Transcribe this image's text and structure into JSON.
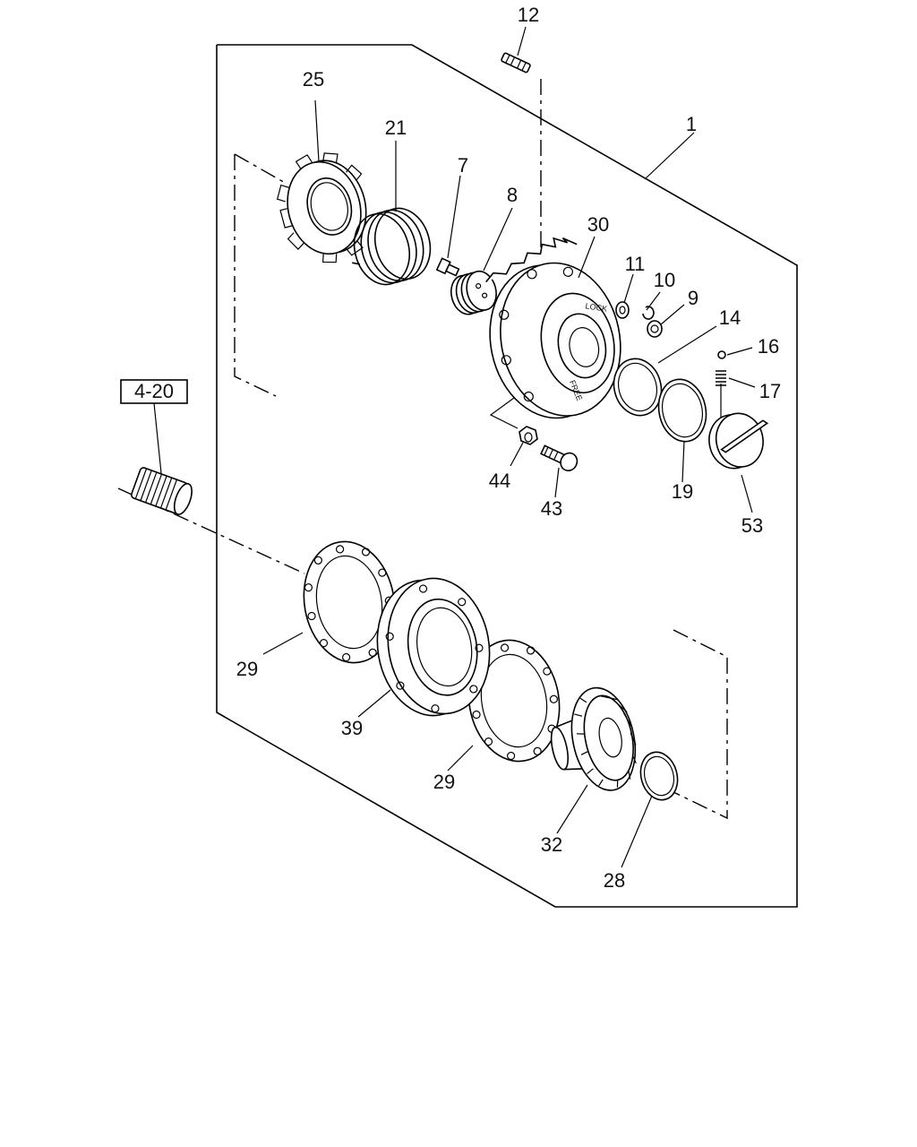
{
  "diagram": {
    "type": "exploded parts diagram",
    "reference_box": "4-20",
    "callouts": {
      "c1": "1",
      "c7": "7",
      "c8": "8",
      "c9": "9",
      "c10": "10",
      "c11": "11",
      "c12": "12",
      "c14": "14",
      "c16": "16",
      "c17": "17",
      "c19": "19",
      "c21": "21",
      "c25": "25",
      "c28": "28",
      "c29a": "29",
      "c29b": "29",
      "c30": "30",
      "c32": "32",
      "c39": "39",
      "c43": "43",
      "c44": "44",
      "c53": "53"
    },
    "hub_markings": {
      "lock": "LOCK",
      "free": "FREE"
    }
  }
}
